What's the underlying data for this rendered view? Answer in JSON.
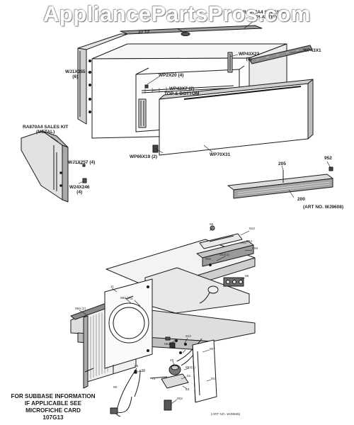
{
  "watermark": "AppliancePartsPros.com",
  "upper_labels": {
    "ra877a4_kit": [
      "RA877A4 SALES KIT",
      "(PLASTIC)"
    ],
    "top_partial": "37 12",
    "wp43x1": "WP43X1",
    "wp43x22": [
      "WP43X22",
      "(2)"
    ],
    "wj1x355": [
      "WJ1X355",
      "(6)"
    ],
    "wp2x20": "WP2X20 (4)",
    "wp43x7": [
      "WP43X7 (2)",
      "TOP & BOTTOM"
    ],
    "ra870a4_kit": [
      "RA870A4 SALES KIT",
      "(METAL)"
    ],
    "wj1x257": "WJ1X257 (4)",
    "w24x246": [
      "W24X246",
      "(4)"
    ],
    "wp66x19": "WP66X19 (2)",
    "wp70x31": "WP70X31",
    "p952": "952",
    "p205": "205",
    "p200": "200",
    "art_no_upper": "(ART NO. WJ9608)"
  },
  "lower_labels": {
    "c_95": "95",
    "c_910": "910",
    "c_904": "904",
    "c_903": "903(2)",
    "c_908": "908",
    "c_906": "906",
    "c_95b": "95",
    "c_950": "950 (4)",
    "c_11": "11",
    "c_956": "956 (2)",
    "c_2": "2",
    "c_910b": "910",
    "c_953": "953",
    "c_907": "907",
    "c_40": "40",
    "c_9522": "952(2)",
    "c_911": "911",
    "c_51": "51",
    "c_53": "53",
    "c_50": "50",
    "c_73": "73",
    "c_902": "902",
    "c_90": "90",
    "c_95c": "95"
  },
  "art_no_lower": "(ART NO. WJ9565)",
  "subbase_note": [
    "FOR SUBBASE INFORMATION",
    "IF APPLICABLE SEE",
    "MICROFICHE CARD",
    "107G13"
  ]
}
